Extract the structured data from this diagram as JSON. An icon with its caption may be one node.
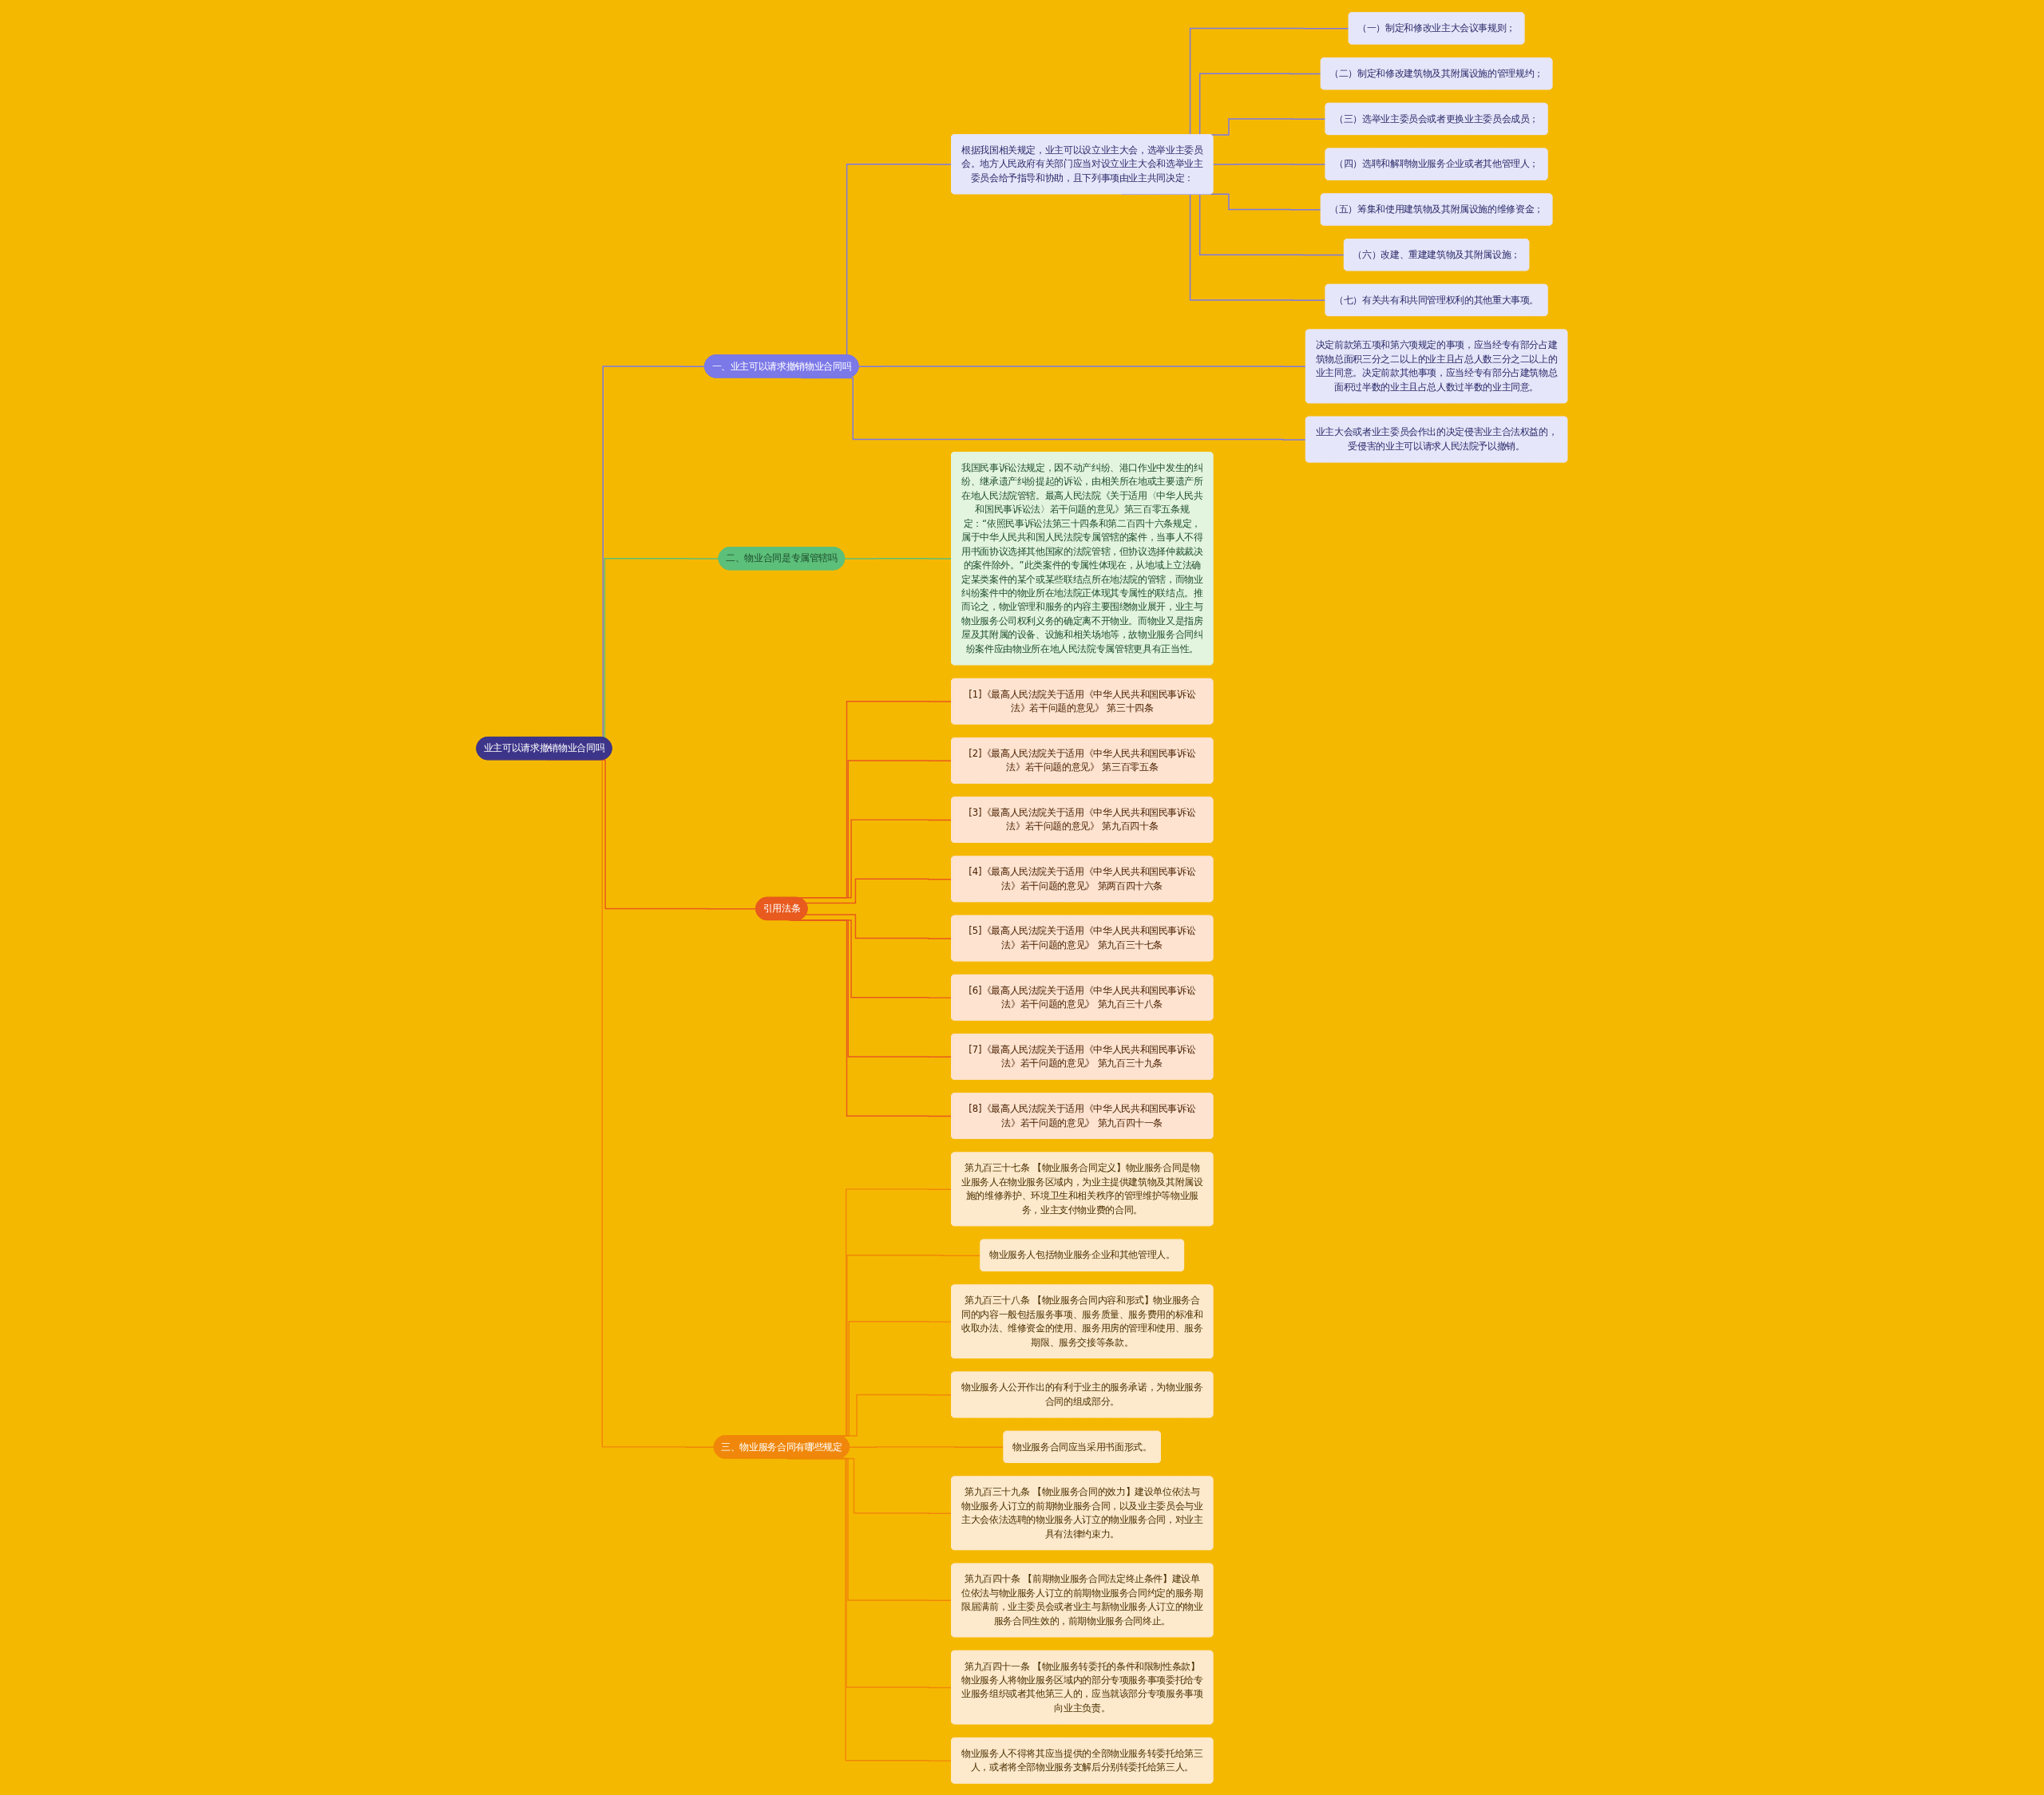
{
  "diagram": {
    "nodes": [
      {
        "text": [
          "业主可以请求撤销物业合同吗"
        ]
      },
      {
        "text": [
          "一、业主可以请求撤销物业合同吗"
        ]
      },
      {
        "text": [
          "根据我国相关规定，业主可以设立业主大会，选举业主委员会。地方人民政府有关部门应当对设立业主大会和选举业主委员会给予指导和协助，且下列事项由业主共同决定："
        ]
      },
      {
        "text": [
          "（一）制定和修改业主大会议事规则；"
        ]
      },
      {
        "text": [
          "（二）制定和修改建筑物及其附属设施的管理规约；"
        ]
      },
      {
        "text": [
          "（三）选举业主委员会或者更换业主委员会成员；"
        ]
      },
      {
        "text": [
          "（四）选聘和解聘物业服务企业或者其他管理人；"
        ]
      },
      {
        "text": [
          "（五）筹集和使用建筑物及其附属设施的维修资金；"
        ]
      },
      {
        "text": [
          "（六）改建、重建建筑物及其附属设施；"
        ]
      },
      {
        "text": [
          "（七）有关共有和共同管理权利的其他重大事项。"
        ]
      },
      {
        "text": [
          "决定前款第五项和第六项规定的事项，应当经专有部分占建筑物总面积三分之二以上的业主且占总人数三分之二以上的业主同意。决定前款其他事项，应当经专有部分占建筑物总面积过半数的业主且占总人数过半数的业主同意。"
        ]
      },
      {
        "text": [
          "业主大会或者业主委员会作出的决定侵害业主合法权益的，受侵害的业主可以请求人民法院予以撤销。"
        ]
      },
      {
        "text": [
          "二、物业合同是专属管辖吗"
        ]
      },
      {
        "text": [
          "我国民事诉讼法规定，因不动产纠纷、港口作业中发生的纠纷、继承遗产纠纷提起的诉讼，由相关所在地或主要遗产所在地人民法院管辖。最高人民法院《关于适用〈中华人民共和国民事诉讼法〉若干问题的意见》第三百零五条规定：“依照民事诉讼法第三十四条和第二百四十六条规定，属于中华人民共和国人民法院专属管辖的案件，当事人不得用书面协议选择其他国家的法院管辖，但协议选择仲裁裁决的案件除外。”此类案件的专属性体现在，从地域上立法确定某类案件的某个或某些联结点所在地法院的管辖，而物业纠纷案件中的物业所在地法院正体现其专属性的联结点。推而论之，物业管理和服务的内容主要围绕物业展开，业主与物业服务公司权利义务的确定离不开物业。而物业又是指房屋及其附属的设备、设施和相关场地等，故物业服务合同纠纷案件应由物业所在地人民法院专属管辖更具有正当性。"
        ]
      },
      {
        "text": [
          "引用法条"
        ]
      },
      {
        "text": [
          "[1]《最高人民法院关于适用《中华人民共和国民事诉讼法》若干问题的意见》 第三十四条"
        ]
      },
      {
        "text": [
          "[2]《最高人民法院关于适用《中华人民共和国民事诉讼法》若干问题的意见》 第三百零五条"
        ]
      },
      {
        "text": [
          "[3]《最高人民法院关于适用《中华人民共和国民事诉讼法》若干问题的意见》 第九百四十条"
        ]
      },
      {
        "text": [
          "[4]《最高人民法院关于适用《中华人民共和国民事诉讼法》若干问题的意见》 第两百四十六条"
        ]
      },
      {
        "text": [
          "[5]《最高人民法院关于适用《中华人民共和国民事诉讼法》若干问题的意见》 第九百三十七条"
        ]
      },
      {
        "text": [
          "[6]《最高人民法院关于适用《中华人民共和国民事诉讼法》若干问题的意见》 第九百三十八条"
        ]
      },
      {
        "text": [
          "[7]《最高人民法院关于适用《中华人民共和国民事诉讼法》若干问题的意见》 第九百三十九条"
        ]
      },
      {
        "text": [
          "[8]《最高人民法院关于适用《中华人民共和国民事诉讼法》若干问题的意见》 第九百四十一条"
        ]
      },
      {
        "text": [
          "三、物业服务合同有哪些规定"
        ]
      },
      {
        "text": [
          "第九百三十七条 【物业服务合同定义】物业服务合同是物业服务人在物业服务区域内，为业主提供建筑物及其附属设施的维修养护、环境卫生和相关秩序的管理维护等物业服务，业主支付物业费的合同。"
        ]
      },
      {
        "text": [
          "物业服务人包括物业服务企业和其他管理人。"
        ]
      },
      {
        "text": [
          "第九百三十八条 【物业服务合同内容和形式】物业服务合同的内容一般包括服务事项、服务质量、服务费用的标准和收取办法、维修资金的使用、服务用房的管理和使用、服务期限、服务交接等条款。"
        ]
      },
      {
        "text": [
          "物业服务人公开作出的有利于业主的服务承诺，为物业服务合同的组成部分。"
        ]
      },
      {
        "text": [
          "物业服务合同应当采用书面形式。"
        ]
      },
      {
        "text": [
          "第九百三十九条 【物业服务合同的效力】建设单位依法与物业服务人订立的前期物业服务合同，以及业主委员会与业主大会依法选聘的物业服务人订立的物业服务合同，对业主具有法律约束力。"
        ]
      },
      {
        "text": [
          "第九百四十条 【前期物业服务合同法定终止条件】建设单位依法与物业服务人订立的前期物业服务合同约定的服务期限届满前，业主委员会或者业主与新物业服务人订立的物业服务合同生效的，前期物业服务合同终止。"
        ]
      },
      {
        "text": [
          "第九百四十一条 【物业服务转委托的条件和限制性条款】物业服务人将物业服务区域内的部分专项服务事项委托给专业服务组织或者其他第三人的，应当就该部分专项服务事项向业主负责。"
        ]
      },
      {
        "text": [
          "物业服务人不得将其应当提供的全部物业服务转委托给第三人，或者将全部物业服务支解后分别转委托给第三人。"
        ]
      }
    ],
    "edges": [
      {
        "from": 0,
        "to": 1,
        "arrow": "none"
      },
      {
        "from": 1,
        "to": 2,
        "arrow": "none"
      },
      {
        "from": 2,
        "to": 3,
        "arrow": "none"
      },
      {
        "from": 2,
        "to": 4,
        "arrow": "none"
      },
      {
        "from": 2,
        "to": 5,
        "arrow": "none"
      },
      {
        "from": 2,
        "to": 6,
        "arrow": "none"
      },
      {
        "from": 2,
        "to": 7,
        "arrow": "none"
      },
      {
        "from": 2,
        "to": 8,
        "arrow": "none"
      },
      {
        "from": 2,
        "to": 9,
        "arrow": "none"
      },
      {
        "from": 1,
        "to": 10,
        "arrow": "none"
      },
      {
        "from": 1,
        "to": 11,
        "arrow": "none"
      },
      {
        "from": 0,
        "to": 12,
        "arrow": "none",
        "color": "#5cbf7a"
      },
      {
        "from": 12,
        "to": 13,
        "arrow": "none",
        "color": "#5cbf7a"
      },
      {
        "from": 0,
        "to": 14,
        "arrow": "none",
        "color": "#e85a1e"
      },
      {
        "from": 14,
        "to": 15,
        "arrow": "none",
        "color": "#e85a1e"
      },
      {
        "from": 14,
        "to": 16,
        "arrow": "none",
        "color": "#e85a1e"
      },
      {
        "from": 14,
        "to": 17,
        "arrow": "none",
        "color": "#e85a1e"
      },
      {
        "from": 14,
        "to": 18,
        "arrow": "none",
        "color": "#e85a1e"
      },
      {
        "from": 14,
        "to": 19,
        "arrow": "none",
        "color": "#e85a1e"
      },
      {
        "from": 14,
        "to": 20,
        "arrow": "none",
        "color": "#e85a1e"
      },
      {
        "from": 14,
        "to": 21,
        "arrow": "none",
        "color": "#e85a1e"
      },
      {
        "from": 14,
        "to": 22,
        "arrow": "none",
        "color": "#e85a1e"
      },
      {
        "from": 0,
        "to": 23,
        "arrow": "none",
        "color": "#f0870a"
      },
      {
        "from": 23,
        "to": 24,
        "arrow": "none",
        "color": "#f0870a"
      },
      {
        "from": 23,
        "to": 25,
        "arrow": "none",
        "color": "#f0870a"
      },
      {
        "from": 23,
        "to": 26,
        "arrow": "none",
        "color": "#f0870a"
      },
      {
        "from": 23,
        "to": 27,
        "arrow": "none",
        "color": "#f0870a"
      },
      {
        "from": 23,
        "to": 28,
        "arrow": "none",
        "color": "#f0870a"
      },
      {
        "from": 23,
        "to": 29,
        "arrow": "none",
        "color": "#f0870a"
      },
      {
        "from": 23,
        "to": 30,
        "arrow": "none",
        "color": "#f0870a"
      },
      {
        "from": 23,
        "to": 31,
        "arrow": "none",
        "color": "#f0870a"
      },
      {
        "from": 23,
        "to": 32,
        "arrow": "none",
        "color": "#f0870a"
      }
    ]
  }
}
